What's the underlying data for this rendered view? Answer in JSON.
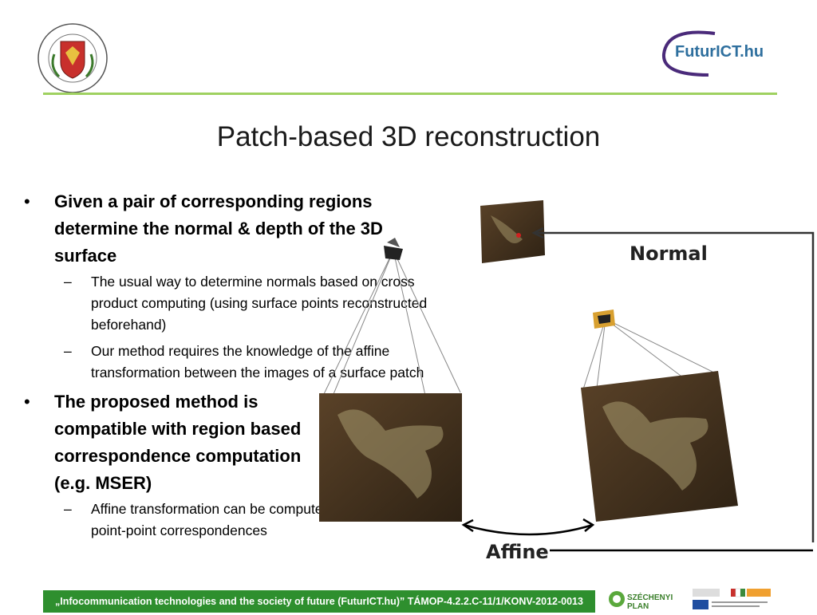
{
  "header": {
    "university_seal": "university-seal-icon",
    "partner_logo_text": "FuturICT.hu"
  },
  "slide": {
    "title": "Patch-based 3D reconstruction",
    "bullets": [
      {
        "text": "Given a pair of corresponding regions determine the normal & depth of the 3D surface",
        "sub": [
          "The usual way to determine normals based on cross product computing  (using surface points reconstructed beforehand)",
          "Our method requires the knowledge of the affine transformation between the images of a surface patch"
        ]
      },
      {
        "text": "The proposed method is compatible with region based correspondence computation (e.g. MSER)",
        "sub": [
          "Affine transformation can be computed without establishing  point-point correspondences"
        ]
      }
    ]
  },
  "figure": {
    "label_normal": "Normal",
    "label_affine": "Affine"
  },
  "footer": {
    "text": "„Infocommunication technologies and the society of future (FuturICT.hu)” TÁMOP-4.2.2.C-11/1/KONV-2012-0013",
    "szechenyi_text": "SZÉCHENYI PLAN"
  },
  "colors": {
    "accent_line": "#9fd160",
    "footer_bg": "#2e8f2e",
    "logo_blue": "#2e6f9e"
  }
}
